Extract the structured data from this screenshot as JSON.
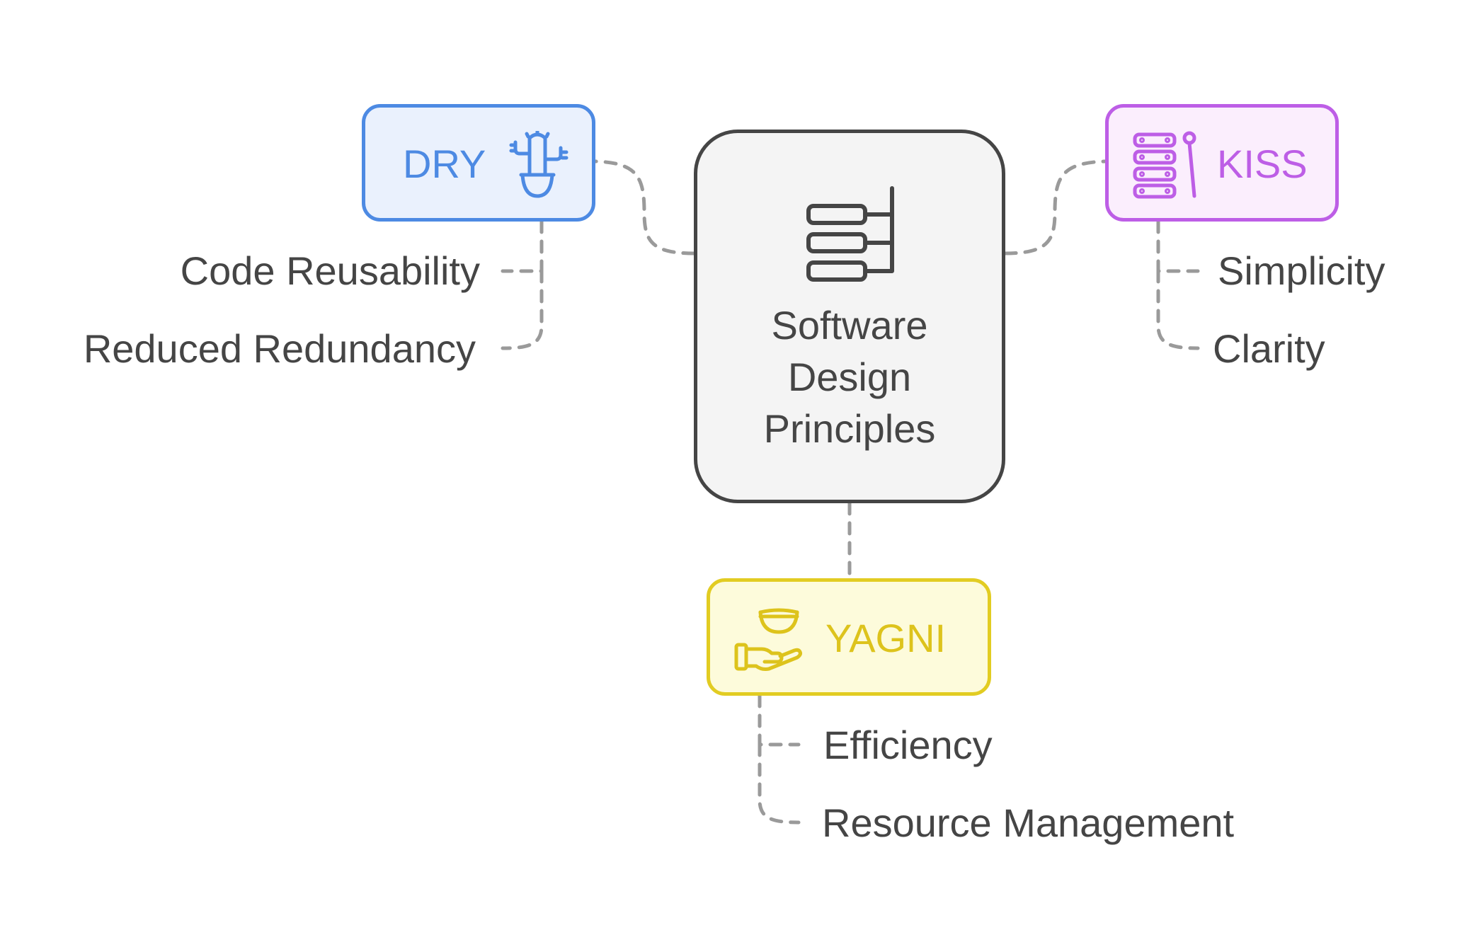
{
  "diagram": {
    "center": {
      "title_lines": [
        "Software",
        "Design",
        "Principles"
      ],
      "icon": "hierarchy-icon",
      "color": "#454545",
      "fill": "#f4f4f4"
    },
    "branches": [
      {
        "label": "DRY",
        "icon": "cactus-icon",
        "color": "#4d8ae3",
        "fill": "#eaf1fd",
        "items": [
          "Code Reusability",
          "Reduced Redundancy"
        ]
      },
      {
        "label": "KISS",
        "icon": "xylophone-icon",
        "color": "#bd5ee6",
        "fill": "#fbeefd",
        "items": [
          "Simplicity",
          "Clarity"
        ]
      },
      {
        "label": "YAGNI",
        "icon": "hand-bowl-icon",
        "color": "#ddc31c",
        "fill": "#fdfbdb",
        "items": [
          "Efficiency",
          "Resource Management"
        ]
      }
    ],
    "connector_color": "#9a9a9a"
  }
}
